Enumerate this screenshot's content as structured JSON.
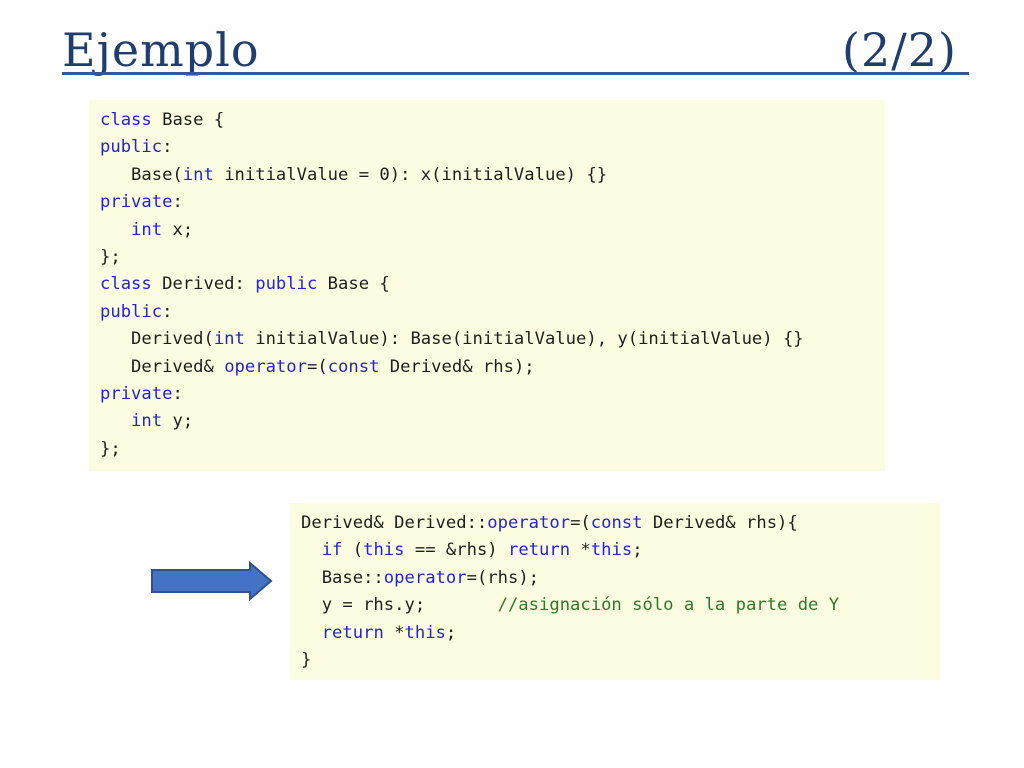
{
  "slide": {
    "title": "Ejemplo",
    "page": "(2/2)"
  },
  "code_top": [
    [
      {
        "t": "class",
        "k": 1
      },
      {
        "t": " Base {"
      }
    ],
    [
      {
        "t": "public",
        "k": 1
      },
      {
        "t": ":"
      }
    ],
    [
      {
        "t": "   Base("
      },
      {
        "t": "int",
        "k": 1
      },
      {
        "t": " initialValue = 0): x(initialValue) {}"
      }
    ],
    [
      {
        "t": "private",
        "k": 1
      },
      {
        "t": ":"
      }
    ],
    [
      {
        "t": "   "
      },
      {
        "t": "int",
        "k": 1
      },
      {
        "t": " x;"
      }
    ],
    [
      {
        "t": "};"
      }
    ],
    [
      {
        "t": "class",
        "k": 1
      },
      {
        "t": " Derived: "
      },
      {
        "t": "public",
        "k": 1
      },
      {
        "t": " Base {"
      }
    ],
    [
      {
        "t": "public",
        "k": 1
      },
      {
        "t": ":"
      }
    ],
    [
      {
        "t": "   Derived("
      },
      {
        "t": "int",
        "k": 1
      },
      {
        "t": " initialValue): Base(initialValue), y(initialValue) {}"
      }
    ],
    [
      {
        "t": "   Derived& "
      },
      {
        "t": "operator",
        "k": 1
      },
      {
        "t": "=("
      },
      {
        "t": "const",
        "k": 1
      },
      {
        "t": " Derived& rhs);"
      }
    ],
    [
      {
        "t": "private",
        "k": 1
      },
      {
        "t": ":"
      }
    ],
    [
      {
        "t": "   "
      },
      {
        "t": "int",
        "k": 1
      },
      {
        "t": " y;"
      }
    ],
    [
      {
        "t": "};"
      }
    ]
  ],
  "code_bottom": [
    [
      {
        "t": "Derived& Derived::"
      },
      {
        "t": "operator",
        "k": 1
      },
      {
        "t": "=("
      },
      {
        "t": "const",
        "k": 1
      },
      {
        "t": " Derived& rhs){"
      }
    ],
    [
      {
        "t": "  "
      },
      {
        "t": "if",
        "k": 1
      },
      {
        "t": " ("
      },
      {
        "t": "this",
        "k": 1
      },
      {
        "t": " == &rhs) "
      },
      {
        "t": "return",
        "k": 1
      },
      {
        "t": " *"
      },
      {
        "t": "this",
        "k": 1
      },
      {
        "t": ";"
      }
    ],
    [
      {
        "t": "  Base::"
      },
      {
        "t": "operator",
        "k": 1
      },
      {
        "t": "=(rhs);"
      }
    ],
    [
      {
        "t": "  y = rhs.y;       "
      },
      {
        "t": "//asignación sólo a la parte de Y",
        "c": 1
      }
    ],
    [
      {
        "t": "  "
      },
      {
        "t": "return",
        "k": 1
      },
      {
        "t": " *"
      },
      {
        "t": "this",
        "k": 1
      },
      {
        "t": ";"
      }
    ],
    [
      {
        "t": "}"
      }
    ]
  ],
  "colors": {
    "title": "#1f3d6e",
    "keyword": "#2323d2",
    "comment": "#2a7a2a",
    "code_background": "#fcfde0",
    "arrow_fill": "#4472c4",
    "arrow_stroke": "#2f528f"
  },
  "icons": {
    "arrow": "right-arrow-icon"
  }
}
